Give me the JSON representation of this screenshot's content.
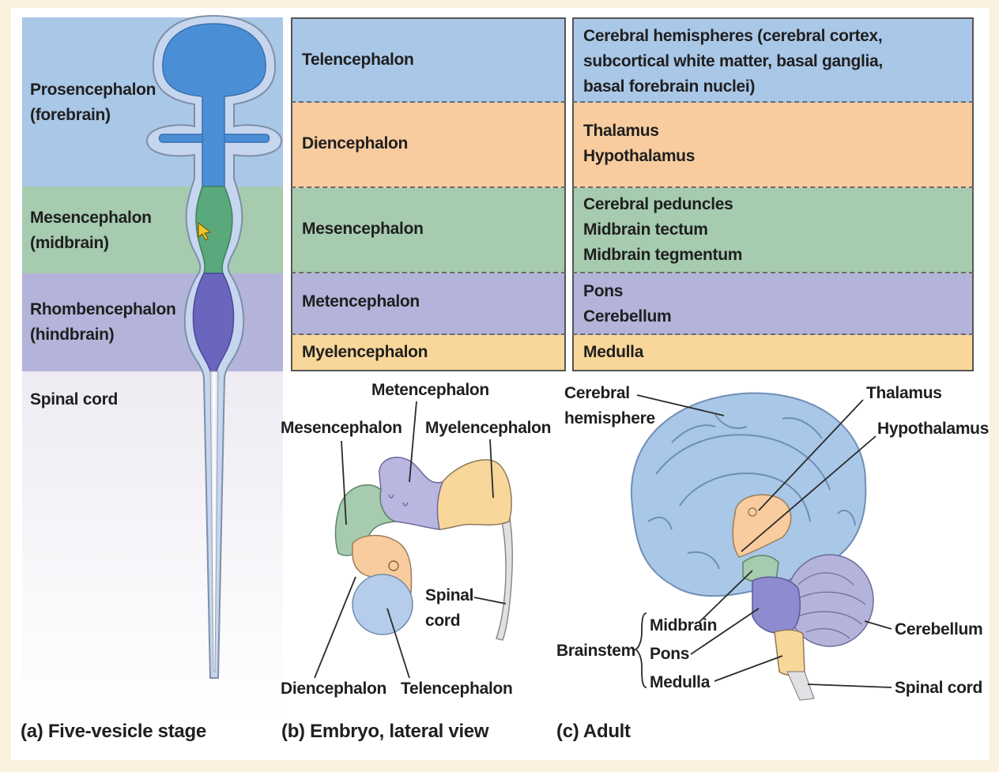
{
  "panel_a": {
    "regions": [
      {
        "name": "Prosencephalon\n(forebrain)",
        "color": "#a9c7e7"
      },
      {
        "name": "Mesencephalon\n(midbrain)",
        "color": "#a6cbaf"
      },
      {
        "name": "Rhombencephalon\n(hindbrain)",
        "color": "#b4b3da"
      },
      {
        "name": "Spinal cord",
        "color": "#f1eff2"
      }
    ],
    "caption_letter": "(a)",
    "caption_text": "Five-vesicle stage"
  },
  "table": {
    "rows": [
      {
        "vesicle": "Telencephalon",
        "adult": "Cerebral hemispheres (cerebral cortex,\nsubcortical white matter, basal ganglia,\nbasal forebrain nuclei)",
        "color": "#a9c7e7"
      },
      {
        "vesicle": "Diencephalon",
        "adult": "Thalamus\nHypothalamus",
        "color": "#f8cc9e"
      },
      {
        "vesicle": "Mesencephalon",
        "adult": "Cerebral peduncles\nMidbrain tectum\nMidbrain tegmentum",
        "color": "#a6cbaf"
      },
      {
        "vesicle": "Metencephalon",
        "adult": "Pons\nCerebellum",
        "color": "#b4b3da"
      },
      {
        "vesicle": "Myelencephalon",
        "adult": "Medulla",
        "color": "#f9d79a"
      }
    ]
  },
  "panel_b": {
    "labels": {
      "metencephalon": "Metencephalon",
      "mesencephalon": "Mesencephalon",
      "myelencephalon": "Myelencephalon",
      "spinal_cord": "Spinal\ncord",
      "diencephalon": "Diencephalon",
      "telencephalon": "Telencephalon"
    },
    "caption_letter": "(b)",
    "caption_text": "Embryo, lateral view"
  },
  "panel_c": {
    "labels": {
      "cerebral_hemisphere": "Cerebral\nhemisphere",
      "thalamus": "Thalamus",
      "hypothalamus": "Hypothalamus",
      "brainstem": "Brainstem",
      "midbrain": "Midbrain",
      "pons": "Pons",
      "medulla": "Medulla",
      "cerebellum": "Cerebellum",
      "spinal_cord": "Spinal cord"
    },
    "caption_letter": "(c)",
    "caption_text": "Adult"
  },
  "colors": {
    "telencephalon": "#a9c7e7",
    "diencephalon": "#f8cc9e",
    "mesencephalon": "#a6cbaf",
    "metencephalon": "#b4b3da",
    "myelencephalon": "#f9d79a",
    "vesicle_blue": "#4a8fd6",
    "background": "#fbf1df"
  }
}
